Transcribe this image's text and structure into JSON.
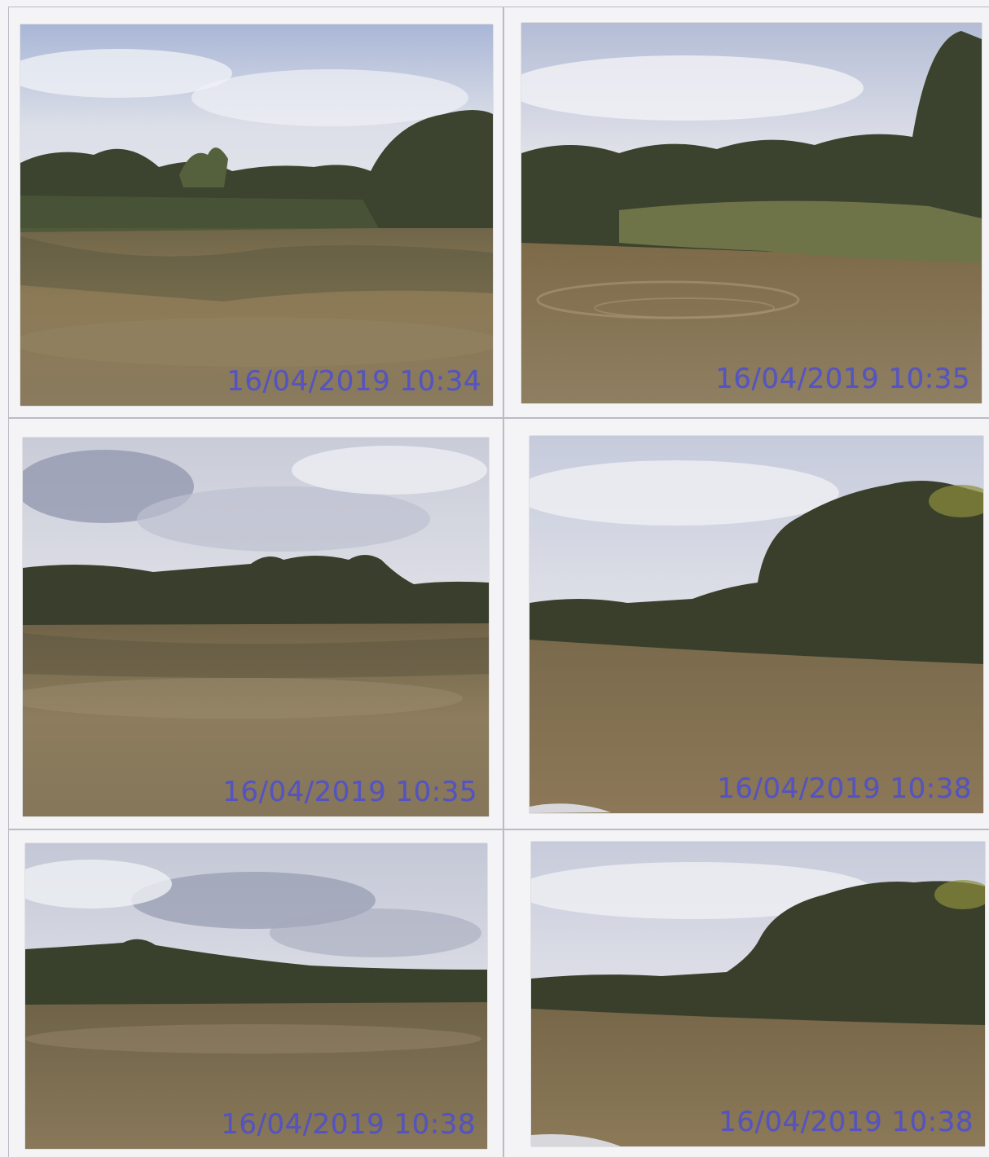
{
  "photos": [
    {
      "timestamp": "16/04/2019 10:34",
      "scene": "river-bank-palm"
    },
    {
      "timestamp": "16/04/2019 10:35",
      "scene": "reed-bank-ripples"
    },
    {
      "timestamp": "16/04/2019 10:35",
      "scene": "wide-river-cloudy"
    },
    {
      "timestamp": "16/04/2019 10:38",
      "scene": "dense-bank-right"
    },
    {
      "timestamp": "16/04/2019 10:38",
      "scene": "distant-bank-clouds"
    },
    {
      "timestamp": "16/04/2019 10:38",
      "scene": "dense-bank-right-2"
    }
  ],
  "colors": {
    "stamp": "#4d4fd0",
    "water": "#8a7450",
    "vegetation": "#3d4230",
    "sky": "#d9dbe4"
  }
}
